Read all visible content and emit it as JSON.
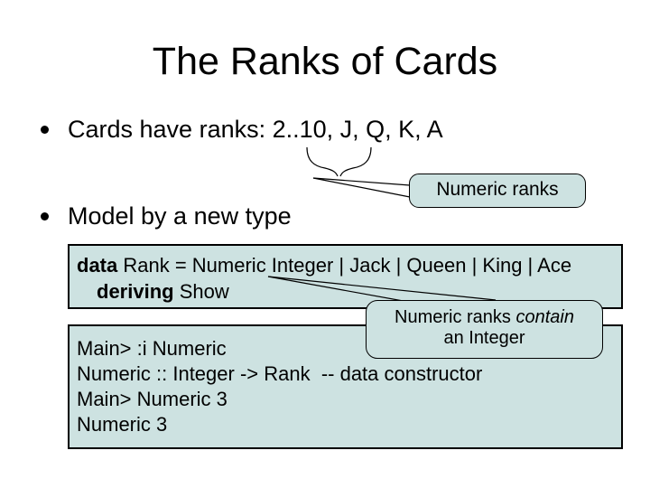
{
  "title": "The Ranks of Cards",
  "bullets": [
    {
      "label": "Cards have ranks: 2..10, J, Q, K, A"
    },
    {
      "label": "Model by a new type"
    }
  ],
  "callout_numeric_ranks": {
    "text": "Numeric ranks"
  },
  "callout_contain": {
    "line1_prefix": "Numeric ranks ",
    "line1_italic": "contain",
    "line2": "an Integer"
  },
  "data_box": {
    "keyword_data": "data",
    "line1_rest": " Rank = Numeric Integer | Jack | Queen | King | Ace",
    "keyword_deriving": "deriving",
    "line2_rest": " Show"
  },
  "ghci_box": {
    "lines": [
      "Main> :i Numeric",
      "Numeric :: Integer -> Rank  -- data constructor",
      "Main> Numeric 3",
      "Numeric 3"
    ]
  },
  "colors": {
    "box_fill": "#cde2e1",
    "border": "#000000",
    "text": "#000000",
    "background": "#ffffff"
  }
}
